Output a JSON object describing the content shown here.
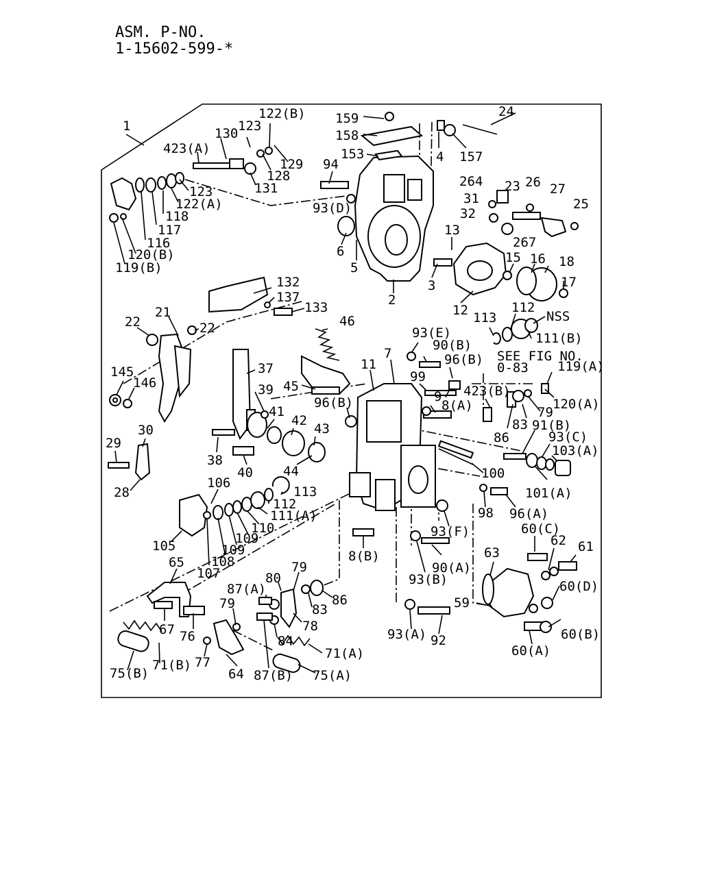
{
  "header": {
    "line1": "ASM. P-NO.",
    "line2": "1-15602-599-*"
  },
  "callouts": [
    {
      "id": "c1",
      "text": "1"
    },
    {
      "id": "c2",
      "text": "2"
    },
    {
      "id": "c3",
      "text": "3"
    },
    {
      "id": "c4",
      "text": "4"
    },
    {
      "id": "c5",
      "text": "5"
    },
    {
      "id": "c6",
      "text": "6"
    },
    {
      "id": "c7",
      "text": "7"
    },
    {
      "id": "c8a",
      "text": "8(A)"
    },
    {
      "id": "c8b",
      "text": "8(B)"
    },
    {
      "id": "c9",
      "text": "9"
    },
    {
      "id": "c11",
      "text": "11"
    },
    {
      "id": "c12",
      "text": "12"
    },
    {
      "id": "c13",
      "text": "13"
    },
    {
      "id": "c15",
      "text": "15"
    },
    {
      "id": "c16",
      "text": "16"
    },
    {
      "id": "c17",
      "text": "17"
    },
    {
      "id": "c18",
      "text": "18"
    },
    {
      "id": "c21",
      "text": "21"
    },
    {
      "id": "c22a",
      "text": "22"
    },
    {
      "id": "c22b",
      "text": "22"
    },
    {
      "id": "c23",
      "text": "23"
    },
    {
      "id": "c24",
      "text": "24"
    },
    {
      "id": "c25",
      "text": "25"
    },
    {
      "id": "c26",
      "text": "26"
    },
    {
      "id": "c27",
      "text": "27"
    },
    {
      "id": "c28",
      "text": "28"
    },
    {
      "id": "c29",
      "text": "29"
    },
    {
      "id": "c30",
      "text": "30"
    },
    {
      "id": "c31",
      "text": "31"
    },
    {
      "id": "c32",
      "text": "32"
    },
    {
      "id": "c37",
      "text": "37"
    },
    {
      "id": "c38",
      "text": "38"
    },
    {
      "id": "c39",
      "text": "39"
    },
    {
      "id": "c40",
      "text": "40"
    },
    {
      "id": "c41",
      "text": "41"
    },
    {
      "id": "c42",
      "text": "42"
    },
    {
      "id": "c43",
      "text": "43"
    },
    {
      "id": "c44",
      "text": "44"
    },
    {
      "id": "c45",
      "text": "45"
    },
    {
      "id": "c46",
      "text": "46"
    },
    {
      "id": "c59",
      "text": "59"
    },
    {
      "id": "c60a",
      "text": "60(A)"
    },
    {
      "id": "c60b",
      "text": "60(B)"
    },
    {
      "id": "c60c",
      "text": "60(C)"
    },
    {
      "id": "c60d",
      "text": "60(D)"
    },
    {
      "id": "c61",
      "text": "61"
    },
    {
      "id": "c62",
      "text": "62"
    },
    {
      "id": "c63",
      "text": "63"
    },
    {
      "id": "c64",
      "text": "64"
    },
    {
      "id": "c65",
      "text": "65"
    },
    {
      "id": "c67",
      "text": "67"
    },
    {
      "id": "c71a",
      "text": "71(A)"
    },
    {
      "id": "c71b",
      "text": "71(B)"
    },
    {
      "id": "c75a",
      "text": "75(A)"
    },
    {
      "id": "c75b",
      "text": "75(B)"
    },
    {
      "id": "c76",
      "text": "76"
    },
    {
      "id": "c77",
      "text": "77"
    },
    {
      "id": "c78",
      "text": "78"
    },
    {
      "id": "c79a",
      "text": "79"
    },
    {
      "id": "c79b",
      "text": "79"
    },
    {
      "id": "c79c",
      "text": "79"
    },
    {
      "id": "c80",
      "text": "80"
    },
    {
      "id": "c83a",
      "text": "83"
    },
    {
      "id": "c83b",
      "text": "83"
    },
    {
      "id": "c84",
      "text": "84"
    },
    {
      "id": "c86a",
      "text": "86"
    },
    {
      "id": "c86b",
      "text": "86"
    },
    {
      "id": "c87a",
      "text": "87(A)"
    },
    {
      "id": "c87b",
      "text": "87(B)"
    },
    {
      "id": "c90a",
      "text": "90(A)"
    },
    {
      "id": "c90b",
      "text": "90(B)"
    },
    {
      "id": "c91b",
      "text": "91(B)"
    },
    {
      "id": "c92",
      "text": "92"
    },
    {
      "id": "c93a",
      "text": "93(A)"
    },
    {
      "id": "c93b",
      "text": "93(B)"
    },
    {
      "id": "c93c",
      "text": "93(C)"
    },
    {
      "id": "c93d",
      "text": "93(D)"
    },
    {
      "id": "c93e",
      "text": "93(E)"
    },
    {
      "id": "c93f",
      "text": "93(F)"
    },
    {
      "id": "c94",
      "text": "94"
    },
    {
      "id": "c96a",
      "text": "96(A)"
    },
    {
      "id": "c96b1",
      "text": "96(B)"
    },
    {
      "id": "c96b2",
      "text": "96(B)"
    },
    {
      "id": "c98",
      "text": "98"
    },
    {
      "id": "c99",
      "text": "99"
    },
    {
      "id": "c100",
      "text": "100"
    },
    {
      "id": "c101a",
      "text": "101(A)"
    },
    {
      "id": "c103a",
      "text": "103(A)"
    },
    {
      "id": "c105",
      "text": "105"
    },
    {
      "id": "c106",
      "text": "106"
    },
    {
      "id": "c107",
      "text": "107"
    },
    {
      "id": "c108",
      "text": "108"
    },
    {
      "id": "c109a",
      "text": "109"
    },
    {
      "id": "c109b",
      "text": "109"
    },
    {
      "id": "c110",
      "text": "110"
    },
    {
      "id": "c111a",
      "text": "111(A)"
    },
    {
      "id": "c111b",
      "text": "111(B)"
    },
    {
      "id": "c112a",
      "text": "112"
    },
    {
      "id": "c112b",
      "text": "112"
    },
    {
      "id": "c113a",
      "text": "113"
    },
    {
      "id": "c113b",
      "text": "113"
    },
    {
      "id": "c116",
      "text": "116"
    },
    {
      "id": "c117",
      "text": "117"
    },
    {
      "id": "c118",
      "text": "118"
    },
    {
      "id": "c119a",
      "text": "119(A)"
    },
    {
      "id": "c119b",
      "text": "119(B)"
    },
    {
      "id": "c120a",
      "text": "120(A)"
    },
    {
      "id": "c120b",
      "text": "120(B)"
    },
    {
      "id": "c122a",
      "text": "122(A)"
    },
    {
      "id": "c122b",
      "text": "122(B)"
    },
    {
      "id": "c123a",
      "text": "123"
    },
    {
      "id": "c123b",
      "text": "123"
    },
    {
      "id": "c128",
      "text": "128"
    },
    {
      "id": "c129",
      "text": "129"
    },
    {
      "id": "c130",
      "text": "130"
    },
    {
      "id": "c131",
      "text": "131"
    },
    {
      "id": "c132",
      "text": "132"
    },
    {
      "id": "c133",
      "text": "133"
    },
    {
      "id": "c137",
      "text": "137"
    },
    {
      "id": "c145",
      "text": "145"
    },
    {
      "id": "c146",
      "text": "146"
    },
    {
      "id": "c153",
      "text": "153"
    },
    {
      "id": "c157",
      "text": "157"
    },
    {
      "id": "c158",
      "text": "158"
    },
    {
      "id": "c159",
      "text": "159"
    },
    {
      "id": "c264",
      "text": "264"
    },
    {
      "id": "c267",
      "text": "267"
    },
    {
      "id": "c423a",
      "text": "423(A)"
    },
    {
      "id": "c423b",
      "text": "423(B)"
    },
    {
      "id": "cnss",
      "text": "NSS"
    },
    {
      "id": "csee1",
      "text": "SEE FIG NO."
    },
    {
      "id": "csee2",
      "text": "0-83"
    }
  ]
}
